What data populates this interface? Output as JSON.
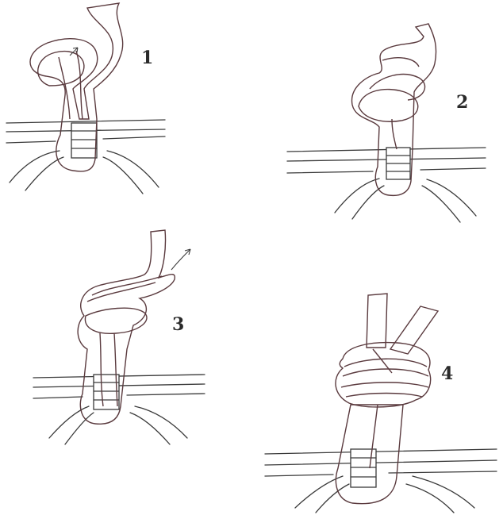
{
  "steps": [
    {
      "number": "1"
    },
    {
      "number": "2"
    },
    {
      "number": "3"
    },
    {
      "number": "4"
    }
  ],
  "colors": {
    "rope_light": "#f6c6cf",
    "rope_mid": "#eb95a6",
    "rope_dark": "#d56b80",
    "outline": "#5a3a3e",
    "wire": "#3a3a3a",
    "background": "#ffffff"
  }
}
